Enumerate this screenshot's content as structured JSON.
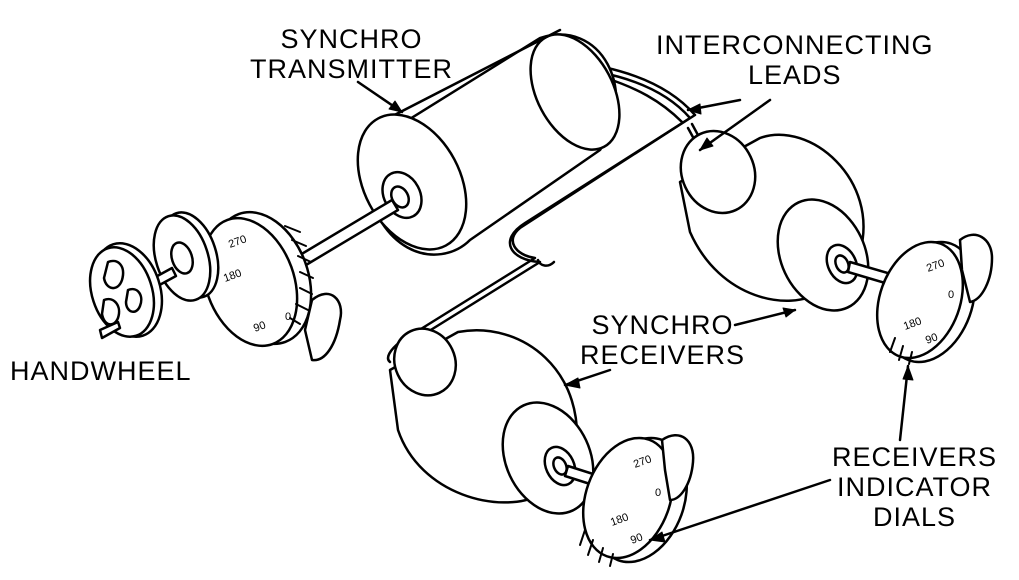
{
  "labels": {
    "synchro_transmitter": [
      "SYNCHRO",
      "TRANSMITTER"
    ],
    "interconnecting_leads": [
      "INTERCONNECTING",
      "LEADS"
    ],
    "handwheel": [
      "HANDWHEEL"
    ],
    "synchro_receivers": [
      "SYNCHRO",
      "RECEIVERS"
    ],
    "receivers_indicator_dials": [
      "RECEIVERS",
      "INDICATOR",
      "DIALS"
    ]
  },
  "dial_marks": {
    "transmitter_dial": [
      "270",
      "180",
      "90",
      "0"
    ],
    "receiver_right_dial": [
      "270",
      "0",
      "180",
      "90"
    ],
    "receiver_bottom_dial": [
      "270",
      "0",
      "180",
      "90"
    ]
  },
  "colors": {
    "ink": "#000000",
    "paper": "#ffffff"
  }
}
